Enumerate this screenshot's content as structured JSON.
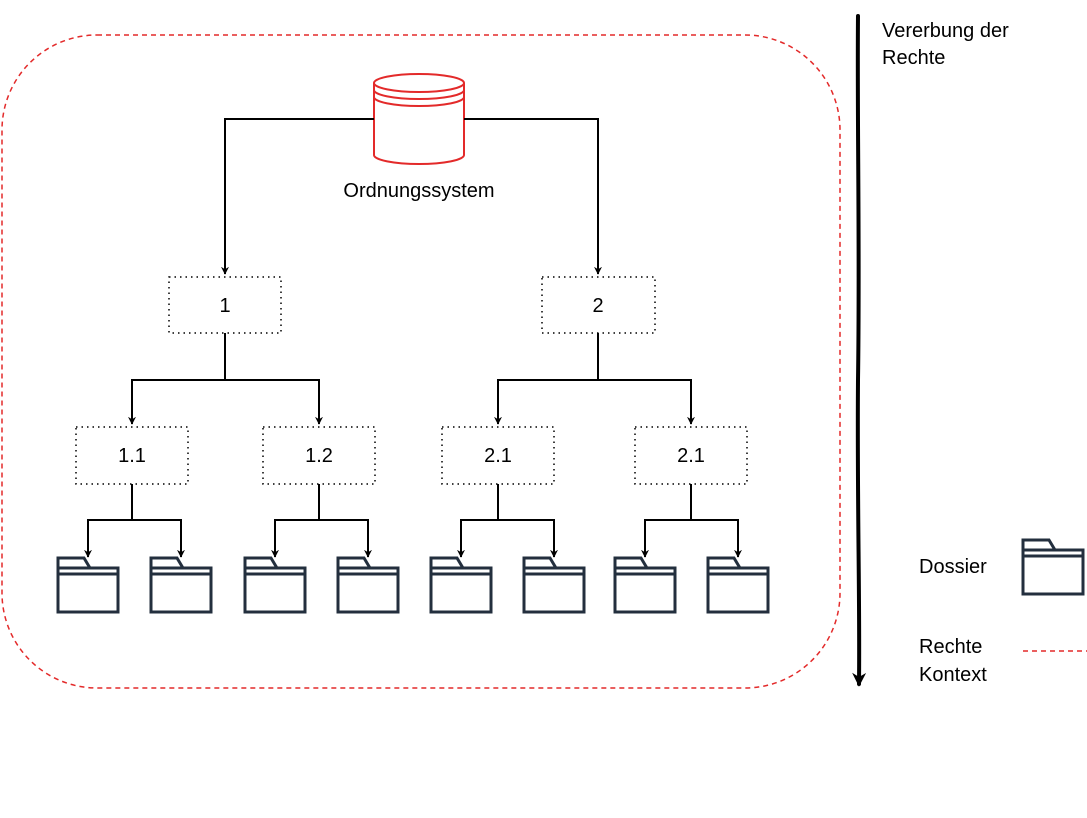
{
  "colors": {
    "context_border": "#e32a2a",
    "root_icon": "#e32a2a",
    "line": "#000000",
    "folder": "#232f3e",
    "node_border": "#000000"
  },
  "root": {
    "label": "Ordnungssystem",
    "icon": "database-icon"
  },
  "level1": [
    {
      "label": "1"
    },
    {
      "label": "2"
    }
  ],
  "level2": [
    {
      "label": "1.1"
    },
    {
      "label": "1.2"
    },
    {
      "label": "2.1"
    },
    {
      "label": "2.1"
    }
  ],
  "inheritance": {
    "label_line1": "Vererbung der",
    "label_line2": "Rechte"
  },
  "legend": {
    "dossier_label": "Dossier",
    "dossier_icon": "folder-icon",
    "context_label_line1": "Rechte",
    "context_label_line2": "Kontext"
  }
}
